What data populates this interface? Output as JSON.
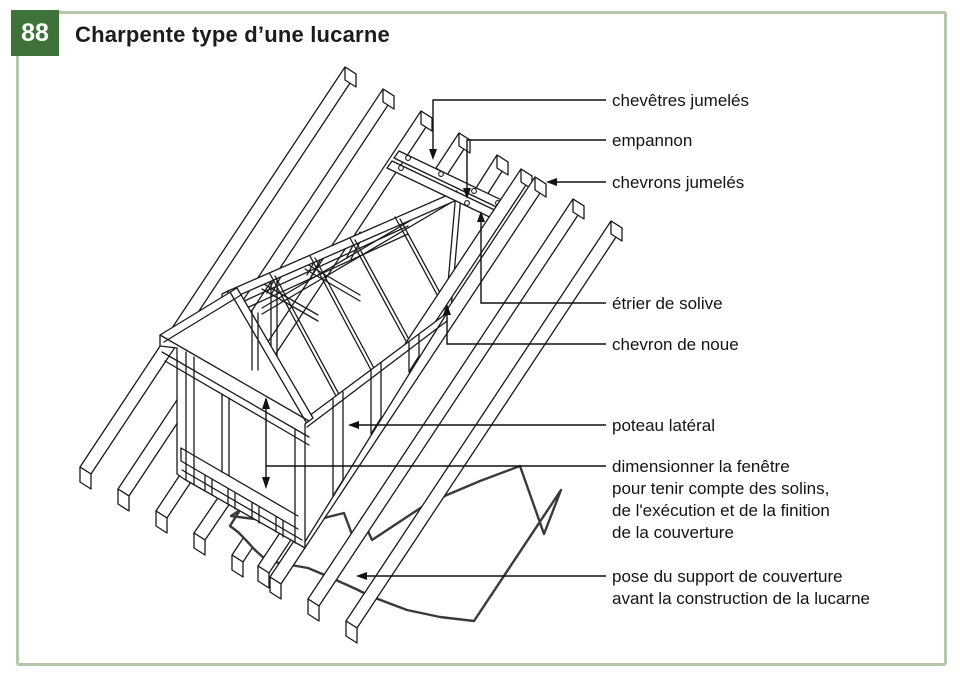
{
  "page": {
    "figure_number": "88",
    "title": "Charpente type d’une lucarne"
  },
  "colors": {
    "badge_green": "#3e7238",
    "frame_green": "#b3c7ab",
    "line_black": "#1a1a1a"
  },
  "labels": {
    "chevetres_jumeles": "chevêtres jumelés",
    "empannon": "empannon",
    "chevrons_jumeles": "chevrons jumelés",
    "etrier_de_solive": "étrier de solive",
    "chevron_de_noue": "chevron de noue",
    "poteau_lateral": "poteau latéral",
    "dimensionner_l1": "dimensionner la fenêtre",
    "dimensionner_l2": "pour tenir compte des solins,",
    "dimensionner_l3": "de l'exécution et de la finition",
    "dimensionner_l4": "de la couverture",
    "pose_l1": "pose du support de couverture",
    "pose_l2": "avant la construction de la lucarne"
  }
}
